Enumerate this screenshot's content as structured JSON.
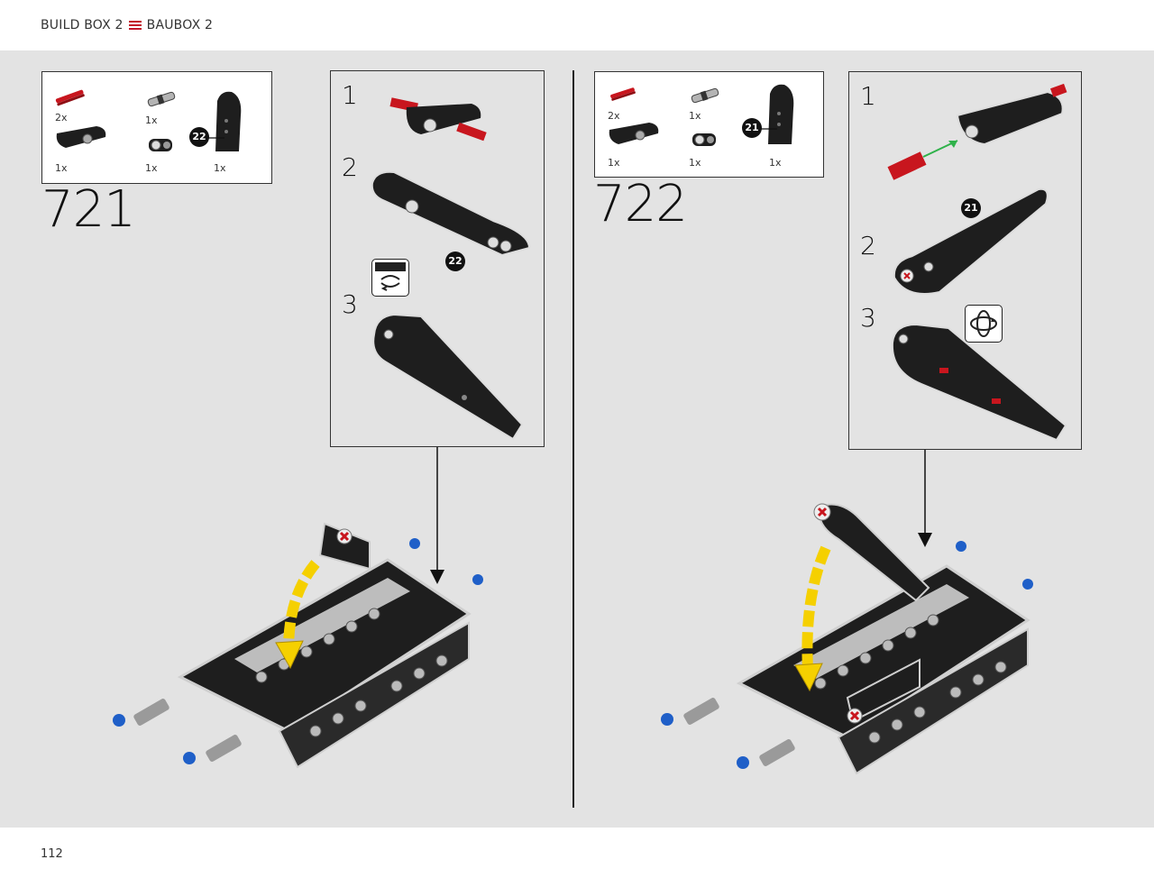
{
  "header": {
    "left_label": "BUILD BOX 2",
    "right_label": "BAUBOX 2"
  },
  "footer": {
    "page_number": "112"
  },
  "steps": [
    {
      "number": "721",
      "parts": [
        {
          "qty": "2x",
          "part": "red-axle"
        },
        {
          "qty": "1x",
          "part": "grey-pin"
        },
        {
          "qty": "1x",
          "part": "black-panel-long"
        },
        {
          "qty": "1x",
          "part": "black-curved-panel"
        },
        {
          "qty": "1x",
          "part": "grey-connector"
        }
      ],
      "parts_callout": "22",
      "substeps": [
        "1",
        "2",
        "3"
      ],
      "substep_callout": "22"
    },
    {
      "number": "722",
      "parts": [
        {
          "qty": "2x",
          "part": "red-axle"
        },
        {
          "qty": "1x",
          "part": "grey-pin"
        },
        {
          "qty": "1x",
          "part": "black-panel-long"
        },
        {
          "qty": "1x",
          "part": "black-curved-panel"
        },
        {
          "qty": "1x",
          "part": "grey-connector"
        }
      ],
      "parts_callout": "21",
      "substeps": [
        "1",
        "2",
        "3"
      ],
      "substep_callout": "21"
    }
  ],
  "colors": {
    "brand_red": "#c2162a",
    "page_bg": "#e3e3e3",
    "part_black": "#1e1e1e",
    "part_grey": "#9a9a9a",
    "part_red": "#c8161e",
    "part_blue": "#1f5fc8",
    "arrow_yellow": "#f5d000",
    "arrow_green": "#2fb24a"
  }
}
